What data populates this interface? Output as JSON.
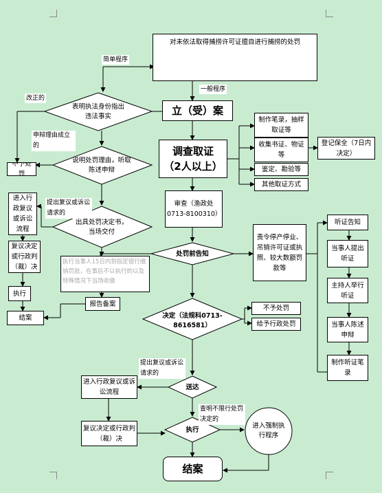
{
  "title_box": "对未依法取得捕捞许可证擅自进行捕捞的处罚",
  "labels": {
    "simple": "简单程序",
    "general": "一般程序",
    "corrected": "改正的",
    "reason_valid": "申辩理由成立的",
    "apply_review_1": "提出复议或诉讼请求的",
    "apply_review_2": "提出复议或诉讼请求的",
    "not_limit": "查明不限行处罚决定的"
  },
  "nodes": {
    "identify": "表明执法身份指出违法事实",
    "file_case": "立（受）案",
    "explain": "说明处罚理由，听取陈述申辩",
    "no_penalty_left": "不予处罚",
    "issue_decision": "出具处罚决定书，当场交付",
    "admin_review_left": "进入行政复议或诉讼流程",
    "review_decision_left": "复议决定或行政判（裁）决",
    "execute_left": "执行",
    "close_left": "结案",
    "overdue_note": "执行当事人15日内到指定银行缴纳罚款，在事后不以执行的以及特殊情况下当场收缴",
    "report_record": "报告备案",
    "investigate_title": "调查取证",
    "investigate_sub": "（2人以上）",
    "evidence_1": "制作笔录，抽样取证等",
    "evidence_2": "收集书证、物证等",
    "evidence_3": "鉴定、勘验等",
    "evidence_4": "其他取证方式",
    "register": "登记保全（7日内决定）",
    "review_audit": "审查（渔政处0713-8100310）",
    "notify": "处罚前告知",
    "suspension": "责令停产停业、吊销许可证或执照、较大数额罚款等",
    "hearing_notice": "听证告知",
    "request_hearing": "当事人提出听证",
    "host_hearing": "主持人举行听证",
    "party_statement": "当事人陈述申辩",
    "hearing_record": "制作听证笔录",
    "decision": "决定（法规科0713-8616581）",
    "no_penalty_right": "不予处罚",
    "give_penalty": "给予行政处罚",
    "deliver": "送达",
    "admin_review_bottom": "进入行政复议或诉讼流程",
    "review_decision_bottom": "复议决定或行政判（裁）决",
    "execute_bottom": "执行",
    "enforce": "进入强制执行程序",
    "close_final": "结案"
  }
}
